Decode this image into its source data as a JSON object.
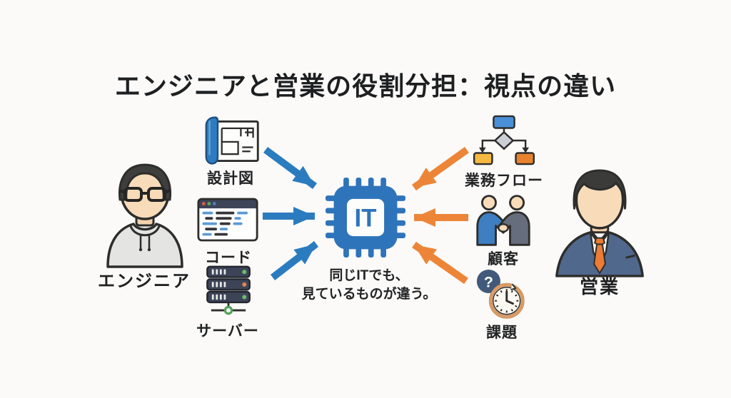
{
  "title": "エンジニアと営業の役割分担：視点の違い",
  "left_group": {
    "persona_label": "エンジニア",
    "persona_icon": "engineer-avatar",
    "arrow_color": "#2b7bbf",
    "items": [
      {
        "label": "設計図",
        "icon": "blueprint-icon"
      },
      {
        "label": "コード",
        "icon": "code-window-icon"
      },
      {
        "label": "サーバー",
        "icon": "server-rack-icon"
      }
    ]
  },
  "center": {
    "chip_label": "IT",
    "chip_icon": "it-chip-icon",
    "caption_line1": "同じITでも、",
    "caption_line2": "見ているものが違う。"
  },
  "right_group": {
    "persona_label": "営業",
    "persona_icon": "sales-avatar",
    "arrow_color": "#ed8538",
    "items": [
      {
        "label": "業務フロー",
        "icon": "flowchart-icon"
      },
      {
        "label": "顧客",
        "icon": "handshake-icon"
      },
      {
        "label": "課題",
        "icon": "problem-clock-icon",
        "glyph": "?"
      }
    ]
  },
  "colors": {
    "background": "#fbfaf8",
    "title_text": "#1d1f21",
    "engineer_arrow": "#2b7bbf",
    "sales_arrow": "#ed8538",
    "chip_blue": "#2e74ba"
  }
}
